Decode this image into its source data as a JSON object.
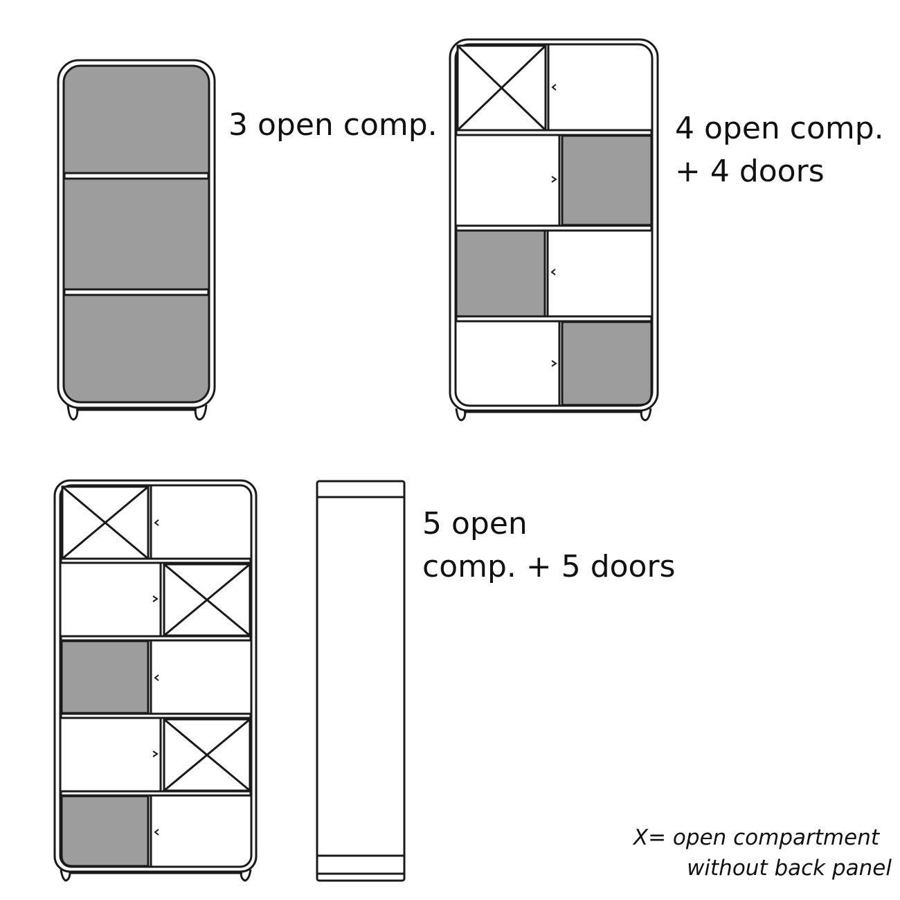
{
  "captions": {
    "cabinet_3": [
      "3 open comp."
    ],
    "cabinet_4": [
      "4 open comp.",
      "+ 4 doors"
    ],
    "cabinet_5": [
      "5 open",
      "comp. + 5 doors"
    ]
  },
  "legend_note": [
    "X= open compartment",
    "without back panel"
  ],
  "colors": {
    "line": "#1a1a1a",
    "back_panel": "#9d9d9d",
    "background": "#ffffff"
  }
}
